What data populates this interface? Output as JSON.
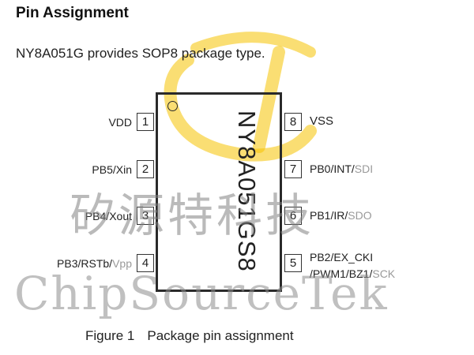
{
  "heading": "Pin Assignment",
  "intro": "NY8A051G provides SOP8 package type.",
  "chip": {
    "part_number": "NY8A051GS8",
    "left_pins": [
      {
        "num": "1",
        "label": "VDD",
        "label_gray": ""
      },
      {
        "num": "2",
        "label": "PB5/Xin",
        "label_gray": ""
      },
      {
        "num": "3",
        "label": "PB4/Xout",
        "label_gray": ""
      },
      {
        "num": "4",
        "label": "PB3/RSTb/",
        "label_gray": "Vpp"
      }
    ],
    "right_pins": [
      {
        "num": "8",
        "label": "VSS",
        "label_gray": "",
        "label2": "",
        "label2_gray": ""
      },
      {
        "num": "7",
        "label": "PB0/INT/",
        "label_gray": "SDI",
        "label2": "",
        "label2_gray": ""
      },
      {
        "num": "6",
        "label": "PB1/IR/",
        "label_gray": "SDO",
        "label2": "",
        "label2_gray": ""
      },
      {
        "num": "5",
        "label": "PB2/EX_CKI",
        "label_gray": "",
        "label2": "/PWM1/BZ1/",
        "label2_gray": "SCK"
      }
    ]
  },
  "caption": {
    "figure": "Figure 1",
    "text": "Package pin assignment"
  },
  "watermark": {
    "chinese": "矽源特科技",
    "english": "ChipSourceTek"
  },
  "colors": {
    "watermark_logo": "#f5c200",
    "gray_signal": "#9a9a9a"
  }
}
